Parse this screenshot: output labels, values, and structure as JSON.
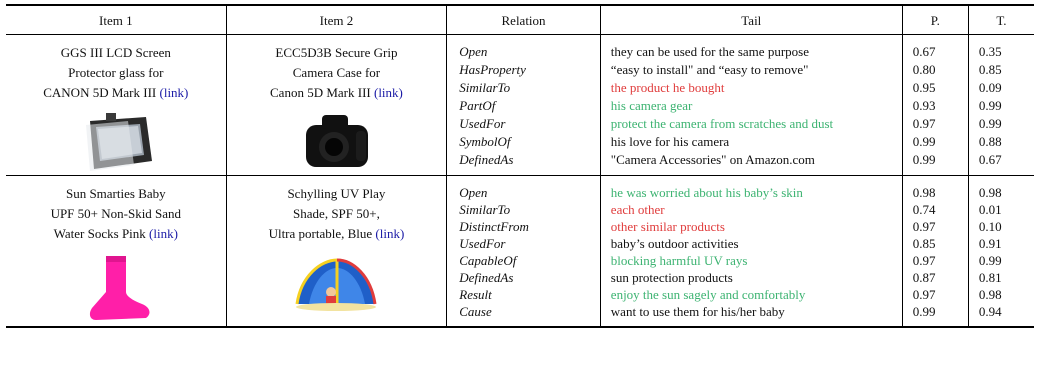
{
  "headers": {
    "item1": "Item 1",
    "item2": "Item 2",
    "relation": "Relation",
    "tail": "Tail",
    "p": "P.",
    "t": "T."
  },
  "groups": [
    {
      "item1": {
        "lines": [
          "GGS III LCD Screen",
          "Protector glass for",
          "CANON 5D Mark III"
        ],
        "link": "(link)"
      },
      "item2": {
        "lines": [
          "ECC5D3B Secure Grip",
          "Camera Case for",
          "Canon 5D Mark III"
        ],
        "link": "(link)"
      },
      "rows": [
        {
          "relation": "Open",
          "tail": "they can be used for the same purpose",
          "color": "black",
          "p": "0.67",
          "t": "0.35"
        },
        {
          "relation": "HasProperty",
          "tail": "“easy to install\" and “easy to remove\"",
          "color": "black",
          "p": "0.80",
          "t": "0.85"
        },
        {
          "relation": "SimilarTo",
          "tail": "the product he bought",
          "color": "red",
          "p": "0.95",
          "t": "0.09"
        },
        {
          "relation": "PartOf",
          "tail": "his camera gear",
          "color": "green",
          "p": "0.93",
          "t": "0.99"
        },
        {
          "relation": "UsedFor",
          "tail": "protect the camera from scratches and dust",
          "color": "green",
          "p": "0.97",
          "t": "0.99"
        },
        {
          "relation": "SymbolOf",
          "tail": "his love for his camera",
          "color": "black",
          "p": "0.99",
          "t": "0.88"
        },
        {
          "relation": "DefinedAs",
          "tail": "\"Camera Accessories\" on Amazon.com",
          "color": "black",
          "p": "0.99",
          "t": "0.67"
        }
      ]
    },
    {
      "item1": {
        "lines": [
          "Sun Smarties Baby",
          "UPF 50+ Non-Skid Sand",
          "Water Socks Pink"
        ],
        "link": "(link)"
      },
      "item2": {
        "lines": [
          "Schylling UV Play",
          "Shade, SPF 50+,",
          "Ultra portable, Blue"
        ],
        "link": "(link)"
      },
      "rows": [
        {
          "relation": "Open",
          "tail": "he was worried about his baby’s skin",
          "color": "green",
          "p": "0.98",
          "t": "0.98"
        },
        {
          "relation": "SimilarTo",
          "tail": "each other",
          "color": "red",
          "p": "0.74",
          "t": "0.01"
        },
        {
          "relation": "DistinctFrom",
          "tail": "other similar products",
          "color": "red",
          "p": "0.97",
          "t": "0.10"
        },
        {
          "relation": "UsedFor",
          "tail": "baby’s outdoor activities",
          "color": "black",
          "p": "0.85",
          "t": "0.91"
        },
        {
          "relation": "CapableOf",
          "tail": "blocking harmful UV rays",
          "color": "green",
          "p": "0.97",
          "t": "0.99"
        },
        {
          "relation": "DefinedAs",
          "tail": "sun protection products",
          "color": "black",
          "p": "0.87",
          "t": "0.81"
        },
        {
          "relation": "Result",
          "tail": "enjoy the sun sagely and comfortably",
          "color": "green",
          "p": "0.97",
          "t": "0.98"
        },
        {
          "relation": "Cause",
          "tail": "want to use them for his/her baby",
          "color": "black",
          "p": "0.99",
          "t": "0.94"
        }
      ]
    }
  ]
}
